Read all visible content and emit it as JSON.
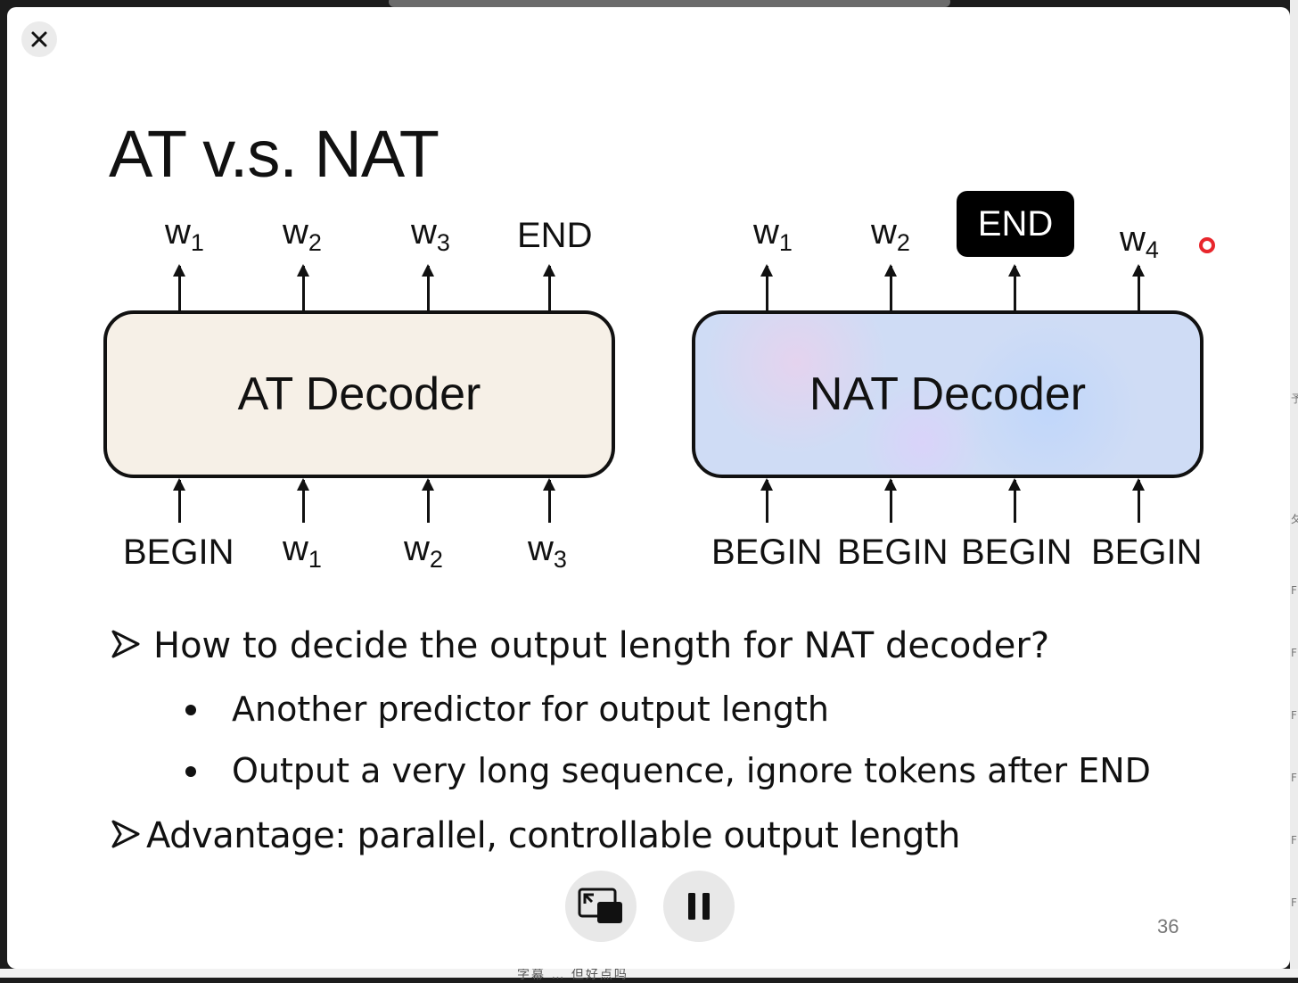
{
  "slide": {
    "title": "AT v.s. NAT",
    "at_decoder": {
      "label": "AT Decoder",
      "outputs": [
        {
          "base": "w",
          "sub": "1"
        },
        {
          "base": "w",
          "sub": "2"
        },
        {
          "base": "w",
          "sub": "3"
        },
        {
          "base": "END",
          "sub": ""
        }
      ],
      "inputs": [
        {
          "base": "BEGIN",
          "sub": ""
        },
        {
          "base": "w",
          "sub": "1"
        },
        {
          "base": "w",
          "sub": "2"
        },
        {
          "base": "w",
          "sub": "3"
        }
      ]
    },
    "nat_decoder": {
      "label": "NAT Decoder",
      "outputs": [
        {
          "base": "w",
          "sub": "1"
        },
        {
          "base": "w",
          "sub": "2"
        },
        {
          "base": "END",
          "sub": ""
        },
        {
          "base": "w",
          "sub": "4"
        }
      ],
      "inputs": [
        "BEGIN",
        "BEGIN",
        "BEGIN",
        "BEGIN"
      ]
    },
    "bullets": {
      "q1": "How to decide the output length for NAT decoder?",
      "q1_sub1": "Another predictor for output length",
      "q1_sub2": "Output a very long sequence, ignore tokens after END",
      "q2": "Advantage: parallel, controllable output length"
    },
    "page_number": "36"
  },
  "controls": {
    "close_icon": "close-icon",
    "pip_icon": "picture-in-picture-icon",
    "pause_icon": "pause-icon"
  },
  "background_caption": "字幕 … 但好点吗"
}
